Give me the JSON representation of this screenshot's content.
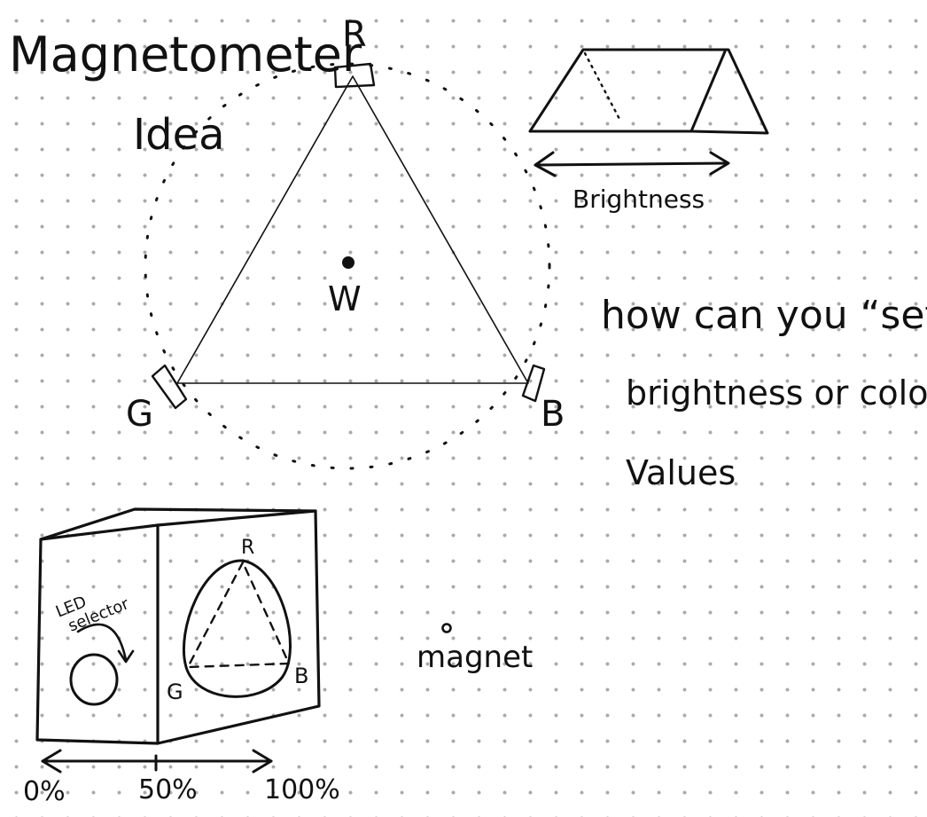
{
  "title": {
    "line1": "Magnetometer",
    "line2": "Idea"
  },
  "triangle": {
    "led_r": "R",
    "led_g": "G",
    "led_b": "B",
    "center_label": "W"
  },
  "prism": {
    "arrow_label": "Brightness"
  },
  "note": {
    "line1": "how can you “set”",
    "line2": "brightness or color",
    "line3": "Values"
  },
  "cube": {
    "knob_label_line1": "LED",
    "knob_label_line2": "selector",
    "face_r": "R",
    "face_g": "G",
    "face_b": "B"
  },
  "scale": {
    "left": "0%",
    "middle": "50%",
    "right": "100%"
  },
  "magnet": {
    "label": "magnet"
  }
}
